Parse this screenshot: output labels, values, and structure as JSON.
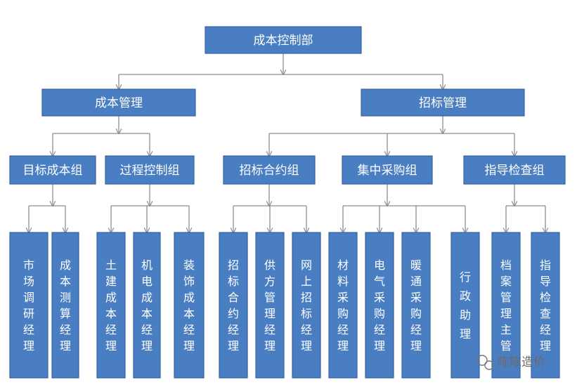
{
  "root": {
    "label": "成本控制部"
  },
  "sections": [
    {
      "label": "成本管理",
      "groups": [
        {
          "label": "目标成本组",
          "roles": [
            "市场调研经理",
            "成本测算经理"
          ]
        },
        {
          "label": "过程控制组",
          "roles": [
            "土建成本经理",
            "机电成本经理",
            "装饰成本经理"
          ]
        }
      ]
    },
    {
      "label": "招标管理",
      "groups": [
        {
          "label": "招标合约组",
          "roles": [
            "招标合约经理",
            "供方管理经理",
            "网上招标经理"
          ]
        },
        {
          "label": "集中采购组",
          "roles": [
            "材料采购经理",
            "电气采购经理",
            "暖通采购经理",
            "行政助理"
          ]
        },
        {
          "label": "指导检查组",
          "roles": [
            "档案管理主管",
            "指导检查经理"
          ]
        }
      ]
    }
  ],
  "watermark": {
    "text": "陈陈造价",
    "icon": "wechat-icon"
  },
  "colors": {
    "box_fill": "#4a7ec2",
    "box_text": "#ffffff",
    "connector": "#8e8e8e"
  }
}
